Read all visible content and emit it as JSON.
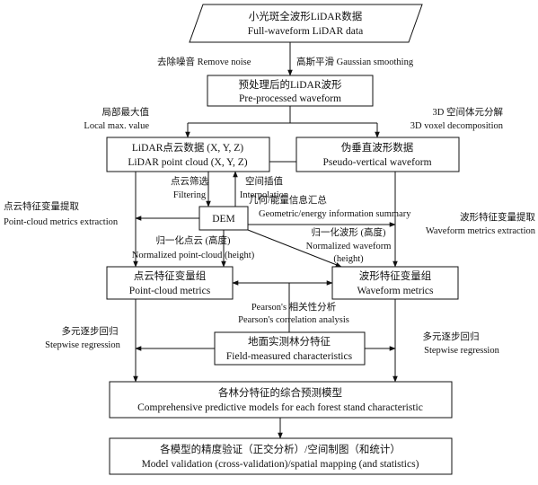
{
  "nodes": {
    "input": {
      "zh": "小光斑全波形LiDAR数据",
      "en": "Full-waveform LiDAR data"
    },
    "preprocessed": {
      "zh": "预处理后的LiDAR波形",
      "en": "Pre-processed waveform"
    },
    "point_cloud": {
      "zh": "LiDAR点云数据 (X, Y, Z)",
      "en": "LiDAR point cloud (X, Y, Z)"
    },
    "pseudo": {
      "zh": "伪垂直波形数据",
      "en": "Pseudo-vertical waveform"
    },
    "dem": {
      "label": "DEM"
    },
    "pc_metrics": {
      "zh": "点云特征变量组",
      "en": "Point-cloud metrics"
    },
    "wf_metrics": {
      "zh": "波形特征变量组",
      "en": "Waveform metrics"
    },
    "field": {
      "zh": "地面实测林分特征",
      "en": "Field-measured characteristics"
    },
    "models": {
      "zh": "各林分特征的综合预测模型",
      "en": "Comprehensive predictive models for each forest stand characteristic"
    },
    "validation": {
      "zh": "各模型的精度验证（正交分析）/空间制图（和统计）",
      "en": "Model validation (cross-validation)/spatial mapping (and statistics)"
    }
  },
  "labels": {
    "remove_noise": "去除噪音 Remove noise",
    "gaussian": "高斯平滑 Gaussian smoothing",
    "local_max_zh": "局部最大值",
    "local_max_en": "Local max. value",
    "voxel_zh": "3D 空间体元分解",
    "voxel_en": "3D voxel decomposition",
    "filtering_zh": "点云筛选",
    "filtering_en": "Filtering",
    "interp_zh": "空间插值",
    "interp_en": "Interpolation",
    "geo_zh": "几何/能量信息汇总",
    "geo_en": "Geometric/energy information summary",
    "pc_extract_zh": "点云特征变量提取",
    "pc_extract_en": "Point-cloud metrics extraction",
    "wf_extract_zh": "波形特征变量提取",
    "wf_extract_en": "Waveform metrics extraction",
    "norm_pc_zh": "归一化点云 (高度)",
    "norm_pc_en": "Normalized point-cloud (height)",
    "norm_wf_zh": "归一化波形 (高度)",
    "norm_wf_en1": "Normalized waveform",
    "norm_wf_en2": "(height)",
    "pearson_zh": "Pearson's 相关性分析",
    "pearson_en": "Pearson's correlation analysis",
    "stepwise_left_zh": "多元逐步回归",
    "stepwise_left_en": "Stepwise regression",
    "stepwise_right_zh": "多元逐步回归",
    "stepwise_right_en": "Stepwise regression"
  }
}
